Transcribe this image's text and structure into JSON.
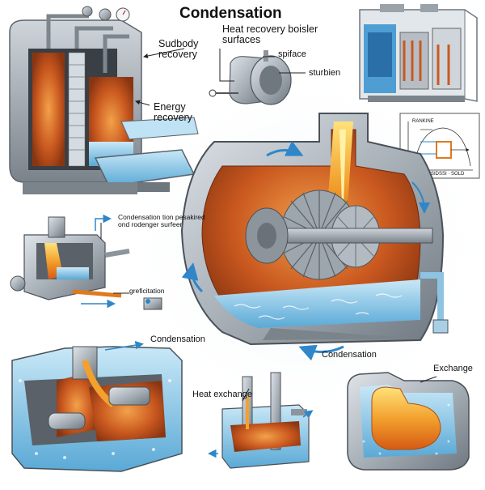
{
  "title": "Condensation",
  "labels": {
    "heat_recovery": "Heat recovery boisler surfaces",
    "spiface": "spiface",
    "sturbien": "sturbien",
    "subody": "Sudbody recovery",
    "energy": "Energy recovery",
    "cond_note": "Condensation tion pesakired ond rodenger surfeer",
    "grefication": "greficitation",
    "cond_mid": "Condensation",
    "cond_center": "Condensation",
    "heat_exchange": "Heat exchange",
    "exchange": "Exchange"
  },
  "rankine": {
    "title": "RANKINE",
    "xlabel": "SIDSSI · SOLD"
  },
  "colors": {
    "steel": "#a9b1b9",
    "copper": "#c9581f",
    "hot": "#f2a12e",
    "water": "#8fcbe9",
    "arrow": "#2f86c8",
    "bg_glow": "#e6f1fa"
  }
}
